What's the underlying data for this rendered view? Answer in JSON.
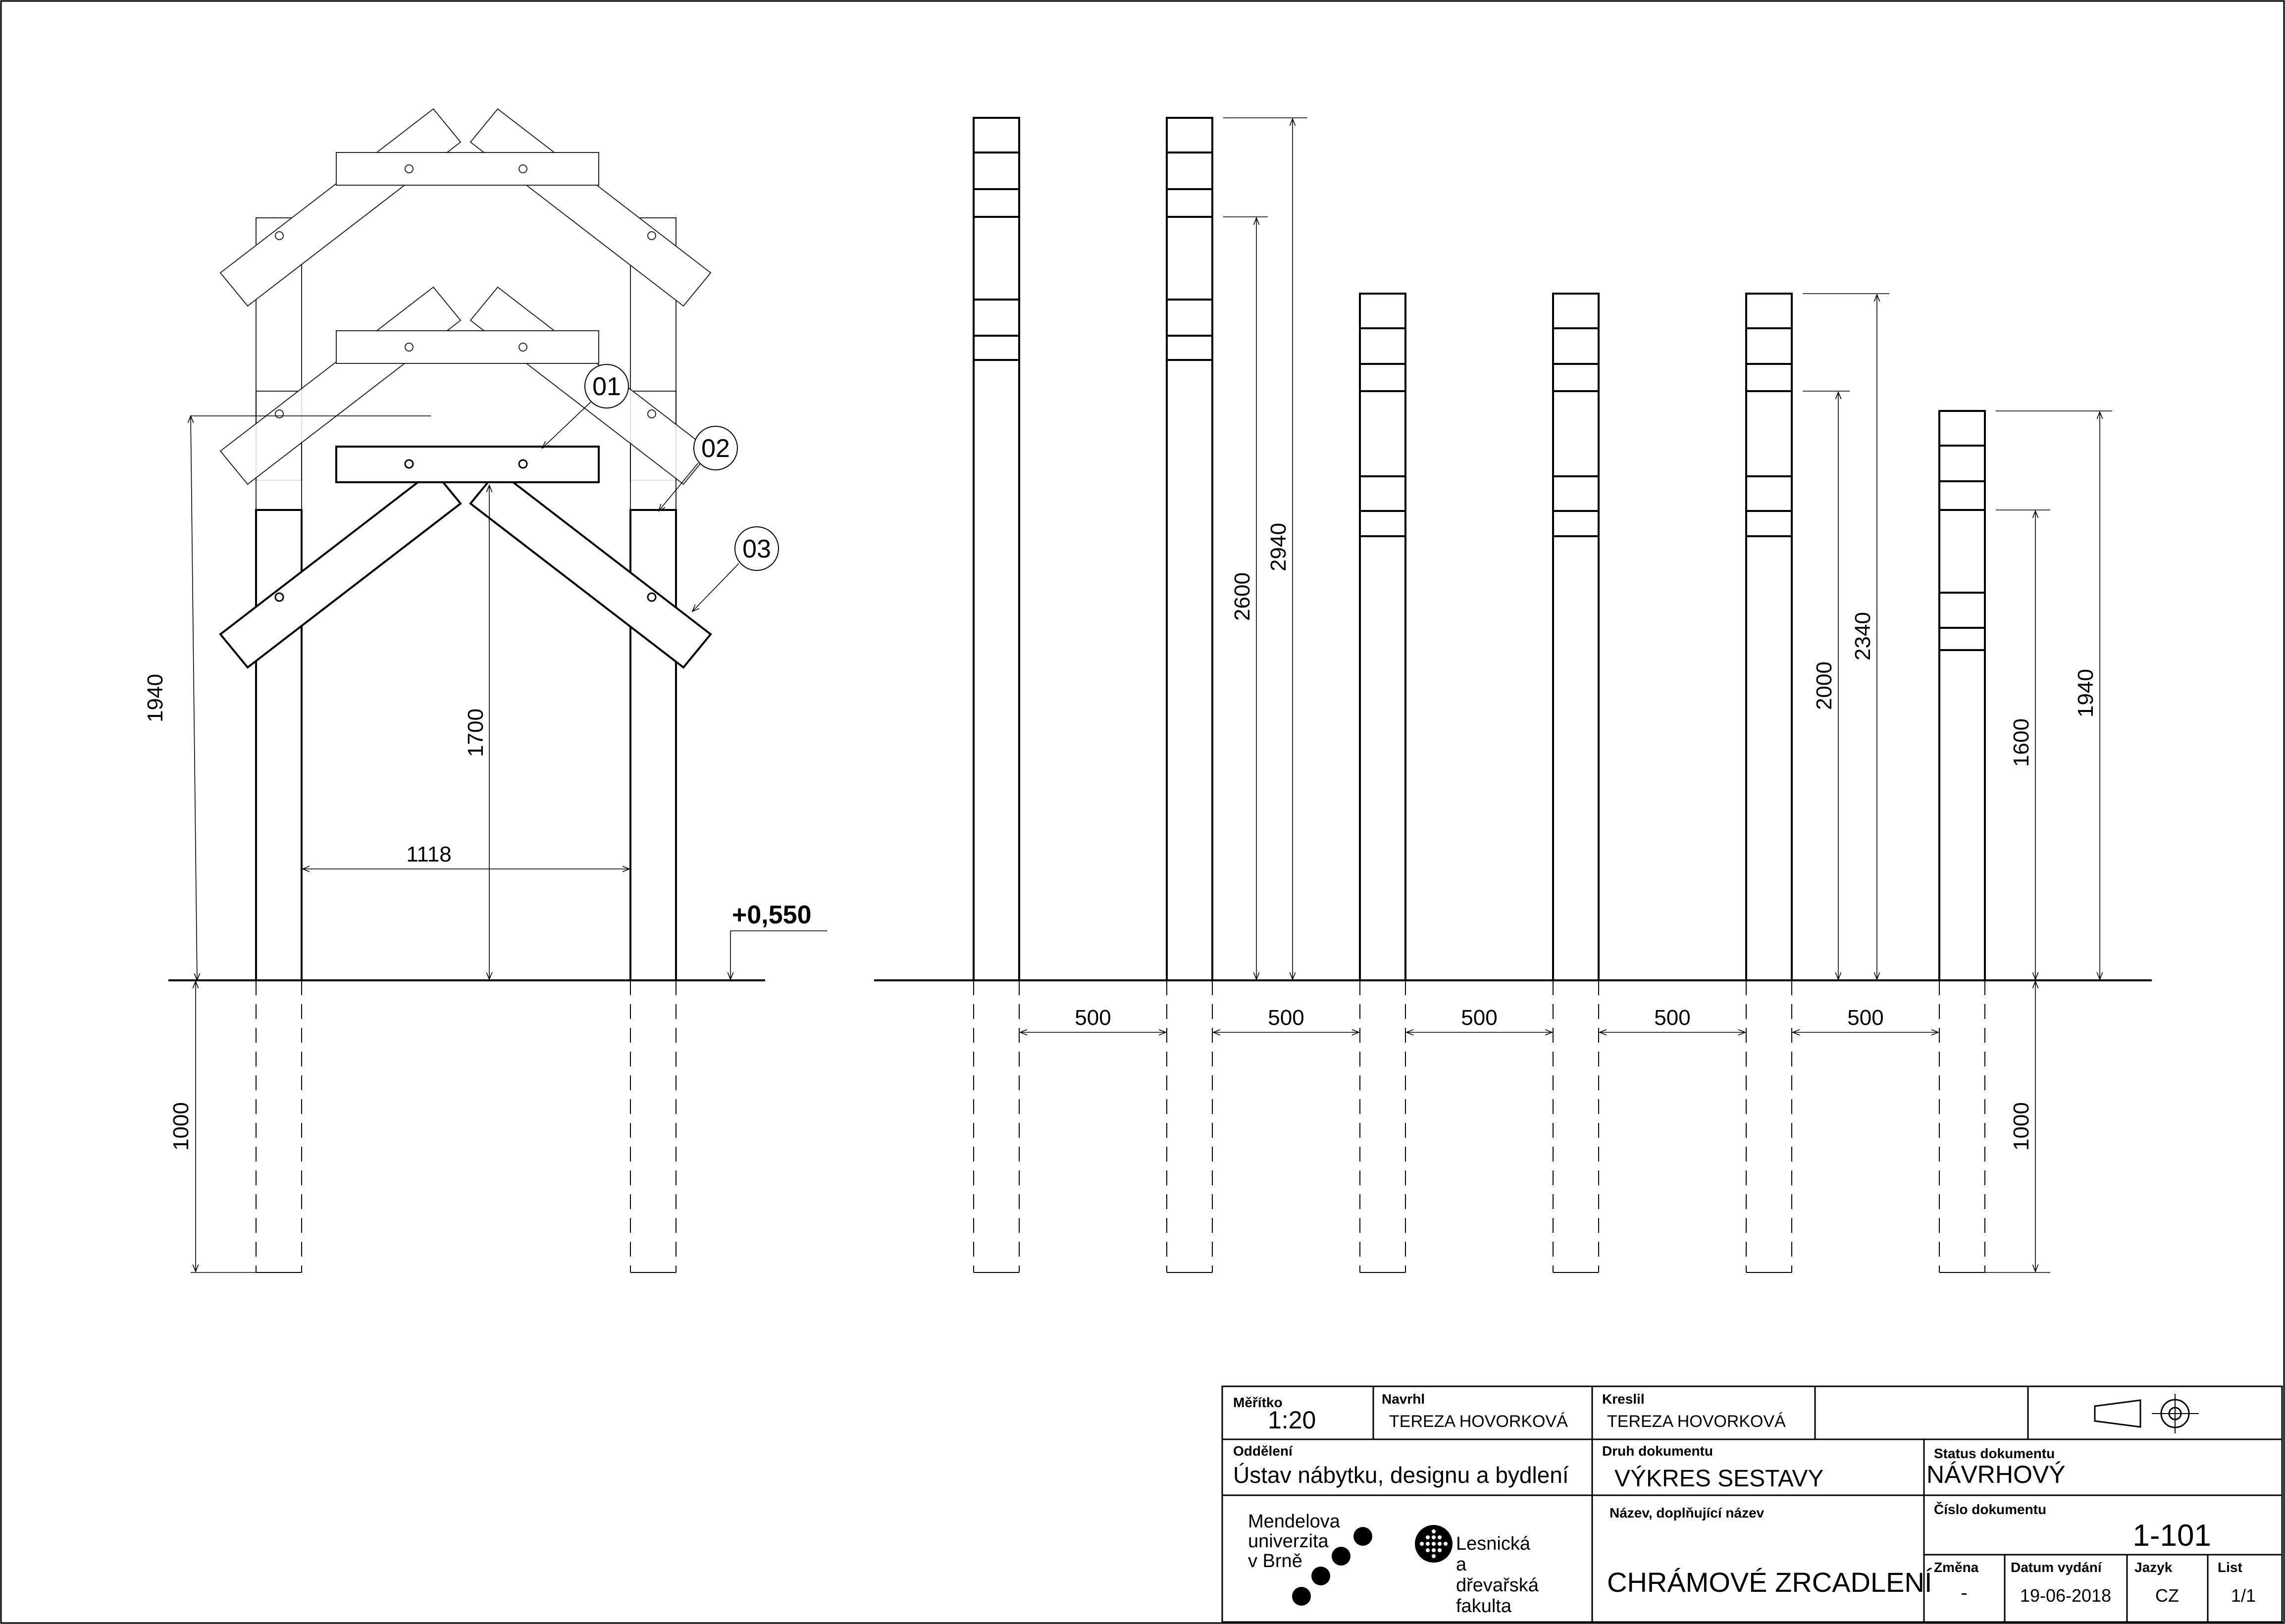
{
  "dimensions": {
    "arch_total_height": "1940",
    "arch_inner_height": "1700",
    "arch_inner_width": "1118",
    "arch_embed_depth": "1000",
    "level_mark": "+0,550",
    "post_spacing": [
      "500",
      "500",
      "500",
      "500",
      "500"
    ],
    "post2_bar_height": "2600",
    "post2_total_height": "2940",
    "post5_bar_height": "2000",
    "post5_total_height": "2340",
    "post6_bar_height": "1600",
    "post6_total_height": "1940",
    "posts_embed_depth": "1000"
  },
  "callouts": [
    "01",
    "02",
    "03"
  ],
  "title_block": {
    "scale_label": "Měřítko",
    "scale_value": "1:20",
    "designed_label": "Navrhl",
    "designed_value": "TEREZA HOVORKOVÁ",
    "drawn_label": "Kreslil",
    "drawn_value": "TEREZA HOVORKOVÁ",
    "department_label": "Oddělení",
    "department_value": "Ústav nábytku, designu a bydlení",
    "doc_type_label": "Druh dokumentu",
    "doc_type_value": "VÝKRES SESTAVY",
    "status_label": "Status dokumentu",
    "status_value": "NÁVRHOVÝ",
    "name_label": "Název, doplňující název",
    "name_value": "CHRÁMOVÉ ZRCADLENÍ",
    "doc_number_label": "Číslo dokumentu",
    "doc_number_value": "1-101",
    "change_label": "Změna",
    "change_value": "-",
    "issue_date_label": "Datum vydání",
    "issue_date_value": "19-06-2018",
    "language_label": "Jazyk",
    "language_value": "CZ",
    "sheet_label": "List",
    "sheet_value": "1/1",
    "university_logo_lines": [
      "Mendelova",
      "univerzita",
      "v Brně"
    ],
    "faculty_logo_lines": [
      "Lesnická",
      "a",
      "dřevařská",
      "fakulta"
    ]
  }
}
